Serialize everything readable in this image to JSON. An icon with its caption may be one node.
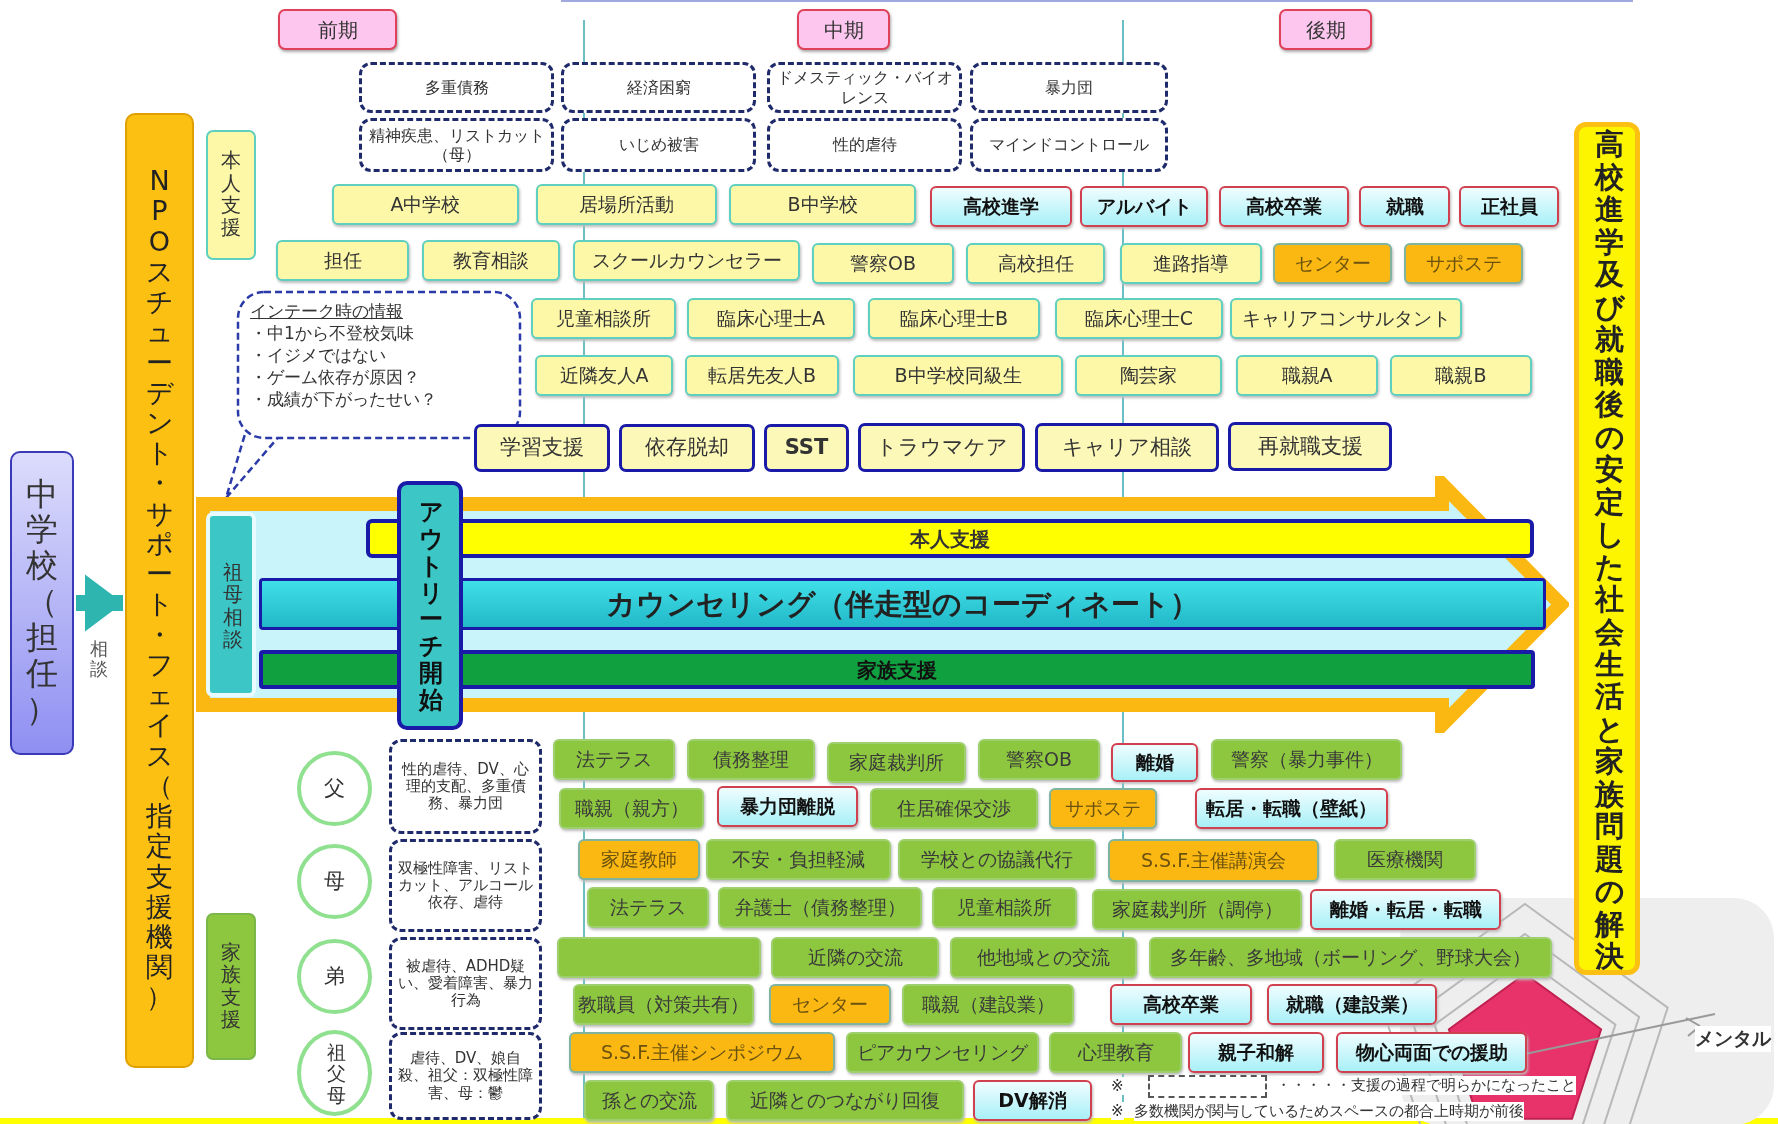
{
  "diagram": {
    "nodes": [
      {
        "text": [
          "前期"
        ]
      },
      {
        "text": [
          "中期"
        ]
      },
      {
        "text": [
          "後期"
        ]
      },
      {
        "text": [
          "多重債務"
        ]
      },
      {
        "text": [
          "経済困窮"
        ]
      },
      {
        "text": [
          "ドメスティック・バイオレンス"
        ]
      },
      {
        "text": [
          "暴力団"
        ]
      },
      {
        "text": [
          "精神疾患、リストカット（母）"
        ]
      },
      {
        "text": [
          "いじめ被害"
        ]
      },
      {
        "text": [
          "性的虐待"
        ]
      },
      {
        "text": [
          "マインドコントロール"
        ]
      },
      {
        "text": [
          "中学校（担任）"
        ]
      },
      {
        "text": [
          "NPOスチューデント・サポート・フェイス（指定支援機関）"
        ]
      },
      {
        "text": [
          "本人支援"
        ]
      },
      {
        "text": [
          "家族支援"
        ]
      },
      {
        "text": [
          "A中学校"
        ]
      },
      {
        "text": [
          "居場所活動"
        ]
      },
      {
        "text": [
          "B中学校"
        ]
      },
      {
        "text": [
          "高校進学"
        ]
      },
      {
        "text": [
          "アルバイト"
        ]
      },
      {
        "text": [
          "高校卒業"
        ]
      },
      {
        "text": [
          "就職"
        ]
      },
      {
        "text": [
          "正社員"
        ]
      },
      {
        "text": [
          "担任"
        ]
      },
      {
        "text": [
          "教育相談"
        ]
      },
      {
        "text": [
          "スクールカウンセラー"
        ]
      },
      {
        "text": [
          "警察OB"
        ]
      },
      {
        "text": [
          "高校担任"
        ]
      },
      {
        "text": [
          "進路指導"
        ]
      },
      {
        "text": [
          "センター"
        ]
      },
      {
        "text": [
          "サポステ"
        ]
      },
      {
        "text": [
          "インテーク時の情報",
          "・中1から不登校気味",
          "・イジメではない",
          "・ゲーム依存が原因？",
          "・成績が下がったせい？"
        ]
      },
      {
        "text": [
          "児童相談所"
        ]
      },
      {
        "text": [
          "臨床心理士A"
        ]
      },
      {
        "text": [
          "臨床心理士B"
        ]
      },
      {
        "text": [
          "臨床心理士C"
        ]
      },
      {
        "text": [
          "キャリアコンサルタント"
        ]
      },
      {
        "text": [
          "近隣友人A"
        ]
      },
      {
        "text": [
          "転居先友人B"
        ]
      },
      {
        "text": [
          "B中学校同級生"
        ]
      },
      {
        "text": [
          "陶芸家"
        ]
      },
      {
        "text": [
          "職親A"
        ]
      },
      {
        "text": [
          "職親B"
        ]
      },
      {
        "text": [
          "学習支援"
        ]
      },
      {
        "text": [
          "依存脱却"
        ]
      },
      {
        "text": [
          "SST"
        ]
      },
      {
        "text": [
          "トラウマケア"
        ]
      },
      {
        "text": [
          "キャリア相談"
        ]
      },
      {
        "text": [
          "再就職支援"
        ]
      },
      {
        "text": [],
        "shape": "arrow"
      },
      {
        "text": [
          "祖母相談"
        ],
        "in": 49
      },
      {
        "text": [
          "アウトリーチ開始"
        ],
        "in": 49
      },
      {
        "text": [
          "本人支援"
        ],
        "in": 49
      },
      {
        "text": [
          "カウンセリング（伴走型のコーディネート）"
        ],
        "in": 49
      },
      {
        "text": [
          "家族支援"
        ],
        "in": 49
      },
      {
        "text": [
          "高校進学及び就職後の安定した社会生活と家族問題の解決"
        ]
      },
      {
        "text": [
          "父"
        ]
      },
      {
        "text": [
          "母"
        ]
      },
      {
        "text": [
          "弟"
        ]
      },
      {
        "text": [
          "祖父母"
        ]
      },
      {
        "text": [
          "性的虐待、DV、心理的支配、多重債務、暴力団"
        ]
      },
      {
        "text": [
          "双極性障害、リストカット、アルコール依存、虐待"
        ]
      },
      {
        "text": [
          "被虐待、ADHD疑い、愛着障害、暴力行為"
        ]
      },
      {
        "text": [
          "虐待、DV、娘自殺、祖父：双極性障害、母：鬱"
        ]
      },
      {
        "text": [
          "法テラス"
        ]
      },
      {
        "text": [
          "債務整理"
        ]
      },
      {
        "text": [
          "家庭裁判所"
        ]
      },
      {
        "text": [
          "警察OB"
        ]
      },
      {
        "text": [
          "離婚"
        ]
      },
      {
        "text": [
          "警察（暴力事件）"
        ]
      },
      {
        "text": [
          "職親（親方）"
        ]
      },
      {
        "text": [
          "暴力団離脱"
        ]
      },
      {
        "text": [
          "住居確保交渉"
        ]
      },
      {
        "text": [
          "サポステ"
        ]
      },
      {
        "text": [
          "転居・転職（壁紙）"
        ]
      },
      {
        "text": [
          "家庭教師"
        ]
      },
      {
        "text": [
          "不安・負担軽減"
        ]
      },
      {
        "text": [
          "学校との協議代行"
        ]
      },
      {
        "text": [
          "S.S.F.主催講演会"
        ]
      },
      {
        "text": [
          "医療機関"
        ]
      },
      {
        "text": [
          "法テラス"
        ]
      },
      {
        "text": [
          "弁護士（債務整理）"
        ]
      },
      {
        "text": [
          "児童相談所"
        ]
      },
      {
        "text": [
          "家庭裁判所（調停）"
        ]
      },
      {
        "text": [
          "離婚・転居・転職"
        ]
      },
      {
        "text": [],
        "shape": "box"
      },
      {
        "text": [
          "近隣の交流"
        ]
      },
      {
        "text": [
          "他地域との交流"
        ]
      },
      {
        "text": [
          "多年齢、多地域（ボーリング、野球大会）"
        ]
      },
      {
        "text": [
          "教職員（対策共有）"
        ]
      },
      {
        "text": [
          "センター"
        ]
      },
      {
        "text": [
          "職親（建設業）"
        ]
      },
      {
        "text": [
          "高校卒業"
        ]
      },
      {
        "text": [
          "就職（建設業）"
        ]
      },
      {
        "text": [
          "S.S.F.主催シンポジウム"
        ]
      },
      {
        "text": [
          "ピアカウンセリング"
        ]
      },
      {
        "text": [
          "心理教育"
        ]
      },
      {
        "text": [
          "親子和解"
        ]
      },
      {
        "text": [
          "物心両面での援助"
        ]
      },
      {
        "text": [
          "孫との交流"
        ]
      },
      {
        "text": [
          "近隣とのつながり回復"
        ]
      },
      {
        "text": [
          "DV解消"
        ]
      }
    ],
    "edges": [
      {
        "from": 11,
        "to": 12,
        "arrow": "to",
        "label": "相談"
      }
    ],
    "labels": [
      "※",
      "※",
      "多数機関が関与しているためスペースの都合上時期が前後",
      "メンタル"
    ],
    "legend": [
      {
        "text": "・・・・・支援の過程で明らかになったこと"
      }
    ]
  }
}
